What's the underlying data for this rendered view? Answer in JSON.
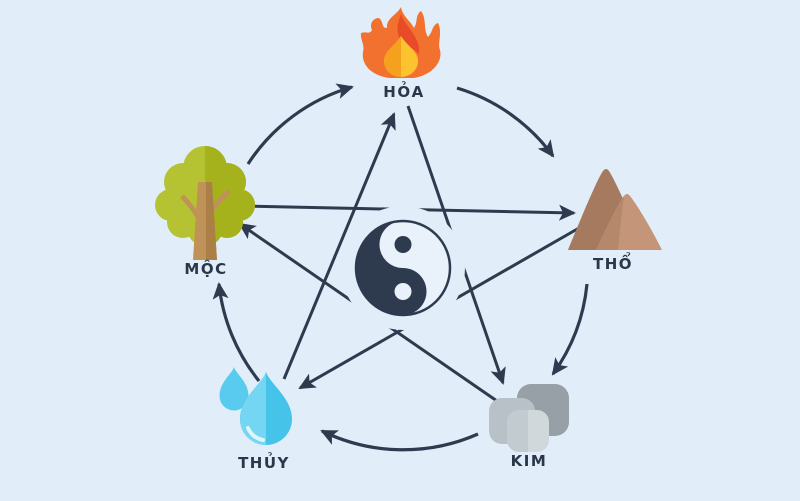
{
  "diagram": {
    "labels": {
      "fire": "HỎA",
      "earth": "THỔ",
      "metal": "KIM",
      "water": "THỦY",
      "wood": "MỘC"
    },
    "center_symbol": "yin-yang",
    "generating_cycle_arrows": [
      "HỎA → THỔ",
      "THỔ → KIM",
      "KIM → THỦY",
      "THỦY → MỘC",
      "MỘC → HỎA"
    ],
    "overcoming_cycle_arrows": [
      "HỎA → KIM",
      "KIM → MỘC",
      "MỘC → THỔ",
      "THỔ → THỦY",
      "THỦY → HỎA"
    ],
    "colors": {
      "background": "#e1edf8",
      "arrow": "#2e3b4e",
      "label_text": "#2b3648",
      "flame_outer": "#f2712e",
      "flame_red": "#e84b28",
      "flame_inner_left": "#f5a01f",
      "flame_inner_right": "#fcc32f",
      "foliage_left": "#b5c232",
      "foliage_right": "#a6b21c",
      "trunk": "#bf9257",
      "mountain_back": "#a67a5f",
      "mountain_front": "#c49579",
      "water_main": "#46c3e9",
      "water_light": "#74d6f2",
      "metal_back": "#97a0a6",
      "metal_left": "#b8c1c7",
      "metal_front": "#d1d8db",
      "yin_yang_dark": "#2e3b4e"
    }
  }
}
